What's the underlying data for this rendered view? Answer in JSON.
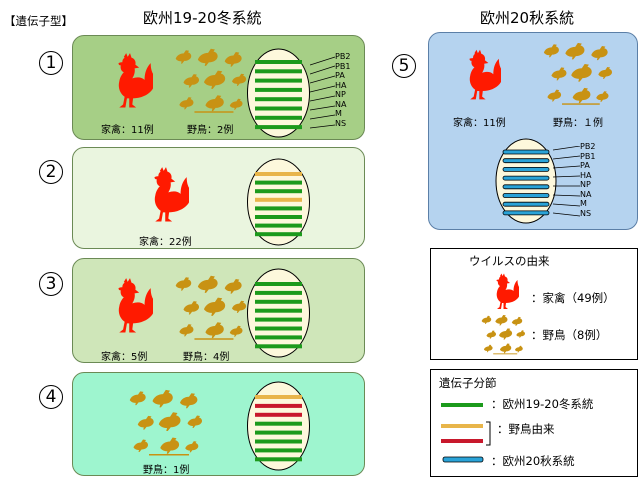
{
  "colors": {
    "eu19_20_winter": "#1c9a1c",
    "wild_bird_origin": "#e8b54a",
    "wild_bird_origin_2": "#c8182c",
    "eu20_autumn": "#2aa3d8",
    "rooster": "#ff1a00",
    "wild_bird_icon": "#c89213",
    "panel1_bg": "#a6cf86",
    "panel2_bg": "#eaf5df",
    "panel3_bg": "#cfe6b9",
    "panel4_bg": "#9ef5cf",
    "panel5_bg": "#b5d3ef"
  },
  "header": {
    "genotype_label": "【遺伝子型】"
  },
  "left_title": "欧州19-20冬系統",
  "right_title": "欧州20秋系統",
  "segments": [
    "PB2",
    "PB1",
    "PA",
    "HA",
    "NP",
    "NA",
    "M",
    "NS"
  ],
  "panels": [
    {
      "number": "1",
      "poultry_caption": "家禽：11例",
      "wild_caption": "野鳥：2例",
      "genes": [
        "green",
        "green",
        "green",
        "green",
        "green",
        "green",
        "green",
        "green"
      ]
    },
    {
      "number": "2",
      "poultry_caption": "家禽：22例",
      "genes": [
        "gold",
        "green",
        "green",
        "gold",
        "green",
        "green",
        "green",
        "green"
      ]
    },
    {
      "number": "3",
      "poultry_caption": "家禽：5例",
      "wild_caption": "野鳥：4例",
      "genes": [
        "green",
        "green",
        "green",
        "green",
        "green",
        "green",
        "green",
        "green"
      ]
    },
    {
      "number": "4",
      "wild_caption": "野鳥：1例",
      "genes": [
        "gold",
        "red",
        "red",
        "green",
        "green",
        "green",
        "green",
        "green"
      ]
    },
    {
      "number": "5",
      "poultry_caption": "家禽：11例",
      "wild_caption": "野鳥：１例",
      "genes": [
        "blue",
        "blue",
        "blue",
        "blue",
        "blue",
        "blue",
        "blue",
        "blue"
      ]
    }
  ],
  "virus_origin": {
    "title": "ウイルスの由来",
    "poultry_label": "：家禽（49例）",
    "wild_label": "：野鳥（8例）"
  },
  "segment_legend": {
    "title": "遺伝子分節",
    "eu19_20_label": "：欧州19-20冬系統",
    "wild_origin_label": "：野鳥由来",
    "eu20_autumn_label": "：欧州20秋系統"
  }
}
